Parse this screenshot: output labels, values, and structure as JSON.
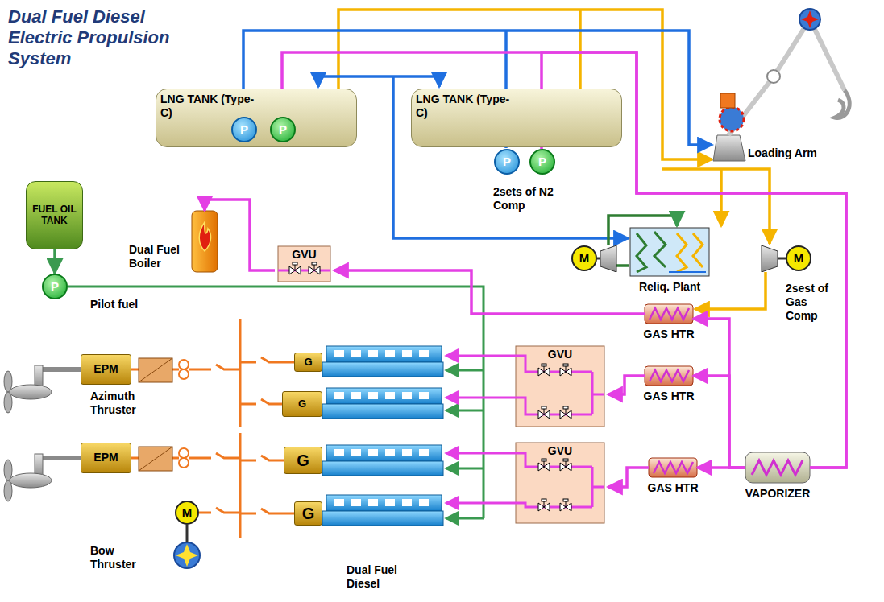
{
  "diagram": {
    "title": "Dual Fuel Diesel Electric Propulsion System",
    "nodes": [
      {
        "text": [
          "LNG TANK (Type-C)"
        ]
      },
      {
        "text": [
          "P"
        ],
        "in": 0
      },
      {
        "text": [
          "P"
        ],
        "in": 0
      },
      {
        "text": [
          "LNG TANK (Type-C)"
        ]
      },
      {
        "text": [
          "P"
        ],
        "in": 3
      },
      {
        "text": [
          "P"
        ],
        "in": 3
      },
      {
        "text": [
          "FUEL OIL TANK"
        ]
      },
      {
        "text": [
          "P"
        ]
      },
      {
        "text": [
          "Dual Fuel Boiler"
        ]
      },
      {
        "text": [
          "GVU"
        ]
      },
      {
        "text": [
          "M"
        ]
      },
      {
        "text": [
          "Reliq. Plant"
        ]
      },
      {
        "text": [
          "M"
        ]
      },
      {
        "text": [
          "GAS HTR"
        ]
      },
      {
        "text": [
          "EPM"
        ]
      },
      {
        "text": [
          "GVU"
        ]
      },
      {
        "text": [
          "GAS HTR"
        ]
      },
      {
        "text": [
          "G"
        ]
      },
      {
        "text": [
          "G"
        ]
      },
      {
        "text": [
          "EPM"
        ]
      },
      {
        "text": [
          "GVU"
        ]
      },
      {
        "text": [
          "GAS HTR"
        ]
      },
      {
        "text": [
          "VAPORIZER"
        ]
      },
      {
        "text": [
          "G"
        ]
      },
      {
        "text": [
          "M"
        ]
      },
      {
        "text": [
          "G"
        ]
      }
    ],
    "edges": [
      {
        "from": 6,
        "to": 7,
        "arrow": "to"
      },
      {
        "from": 9,
        "to": 8,
        "arrow": "to"
      },
      {
        "from": 13,
        "to": 9,
        "arrow": "to"
      },
      {
        "from": 16,
        "to": 15,
        "arrow": "to"
      },
      {
        "from": 21,
        "to": 20,
        "arrow": "to"
      },
      {
        "from": 22,
        "to": 13,
        "arrow": "to"
      },
      {
        "from": 22,
        "to": 16,
        "arrow": "to"
      },
      {
        "from": 22,
        "to": 21,
        "arrow": "to"
      },
      {
        "from": 2,
        "to": 22,
        "arrow": "none"
      },
      {
        "from": 5,
        "to": 22,
        "arrow": "none"
      }
    ],
    "labels": [
      "Pilot fuel",
      "2sets of N2 Comp",
      "2sest of Gas Comp",
      "Azimuth Thruster",
      "Bow Thruster",
      "Dual Fuel Diesel",
      "Loading Arm"
    ]
  }
}
